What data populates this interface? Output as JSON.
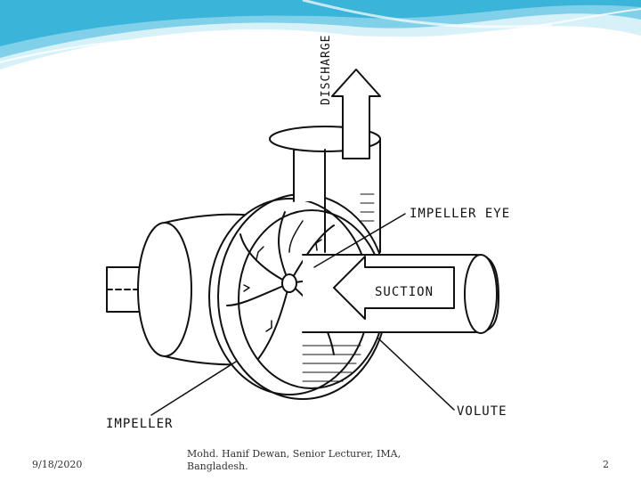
{
  "slide": {
    "accent_color": "#3ab4d8",
    "light_accent": "#bfe9f4"
  },
  "diagram": {
    "labels": {
      "discharge": "DISCHARGE",
      "impeller_eye": "IMPELLER  EYE",
      "suction": "SUCTION",
      "impeller": "IMPELLER",
      "volute": "VOLUTE"
    }
  },
  "footer": {
    "date": "9/18/2020",
    "author": "Mohd. Hanif Dewan, Senior Lecturer, IMA, Bangladesh.",
    "page_number": "2"
  }
}
